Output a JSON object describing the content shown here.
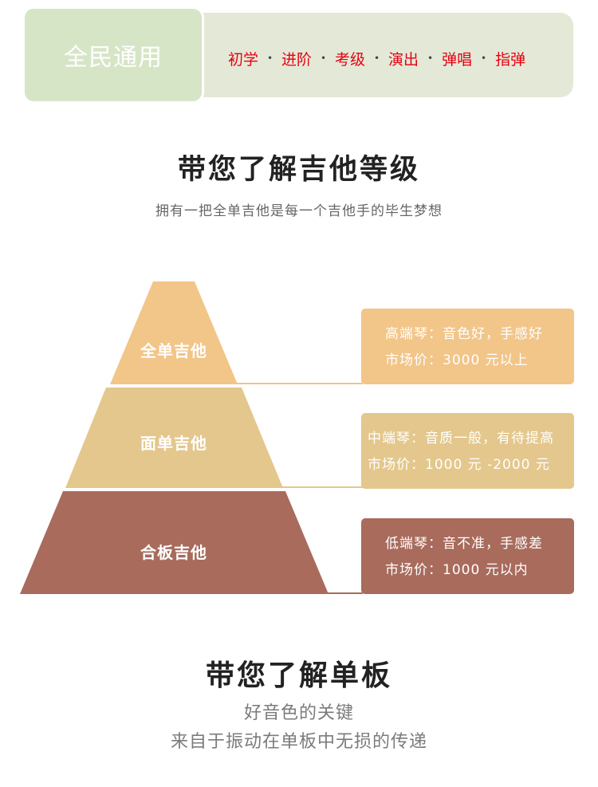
{
  "banner": {
    "badge": "全民通用",
    "tags": [
      "初学",
      "进阶",
      "考级",
      "演出",
      "弹唱",
      "指弹"
    ],
    "separator": "·"
  },
  "section_grade": {
    "title": "带您了解吉他等级",
    "subtitle": "拥有一把全单吉他是每一个吉他手的毕生梦想"
  },
  "tiers": [
    {
      "name": "全单吉他",
      "color": "#f2c589",
      "lines": [
        "高端琴：音色好，手感好",
        "市场价：3000 元以上"
      ]
    },
    {
      "name": "面单吉他",
      "color": "#e4c78c",
      "lines": [
        "中端琴：音质一般，有待提高",
        "市场价：1000 元 -2000 元"
      ]
    },
    {
      "name": "合板吉他",
      "color": "#a86b5c",
      "lines": [
        "低端琴：音不准，手感差",
        "市场价：1000 元以内"
      ]
    }
  ],
  "section_board": {
    "title": "带您了解单板",
    "line1": "好音色的关键",
    "line2": "来自于振动在单板中无损的传递"
  }
}
